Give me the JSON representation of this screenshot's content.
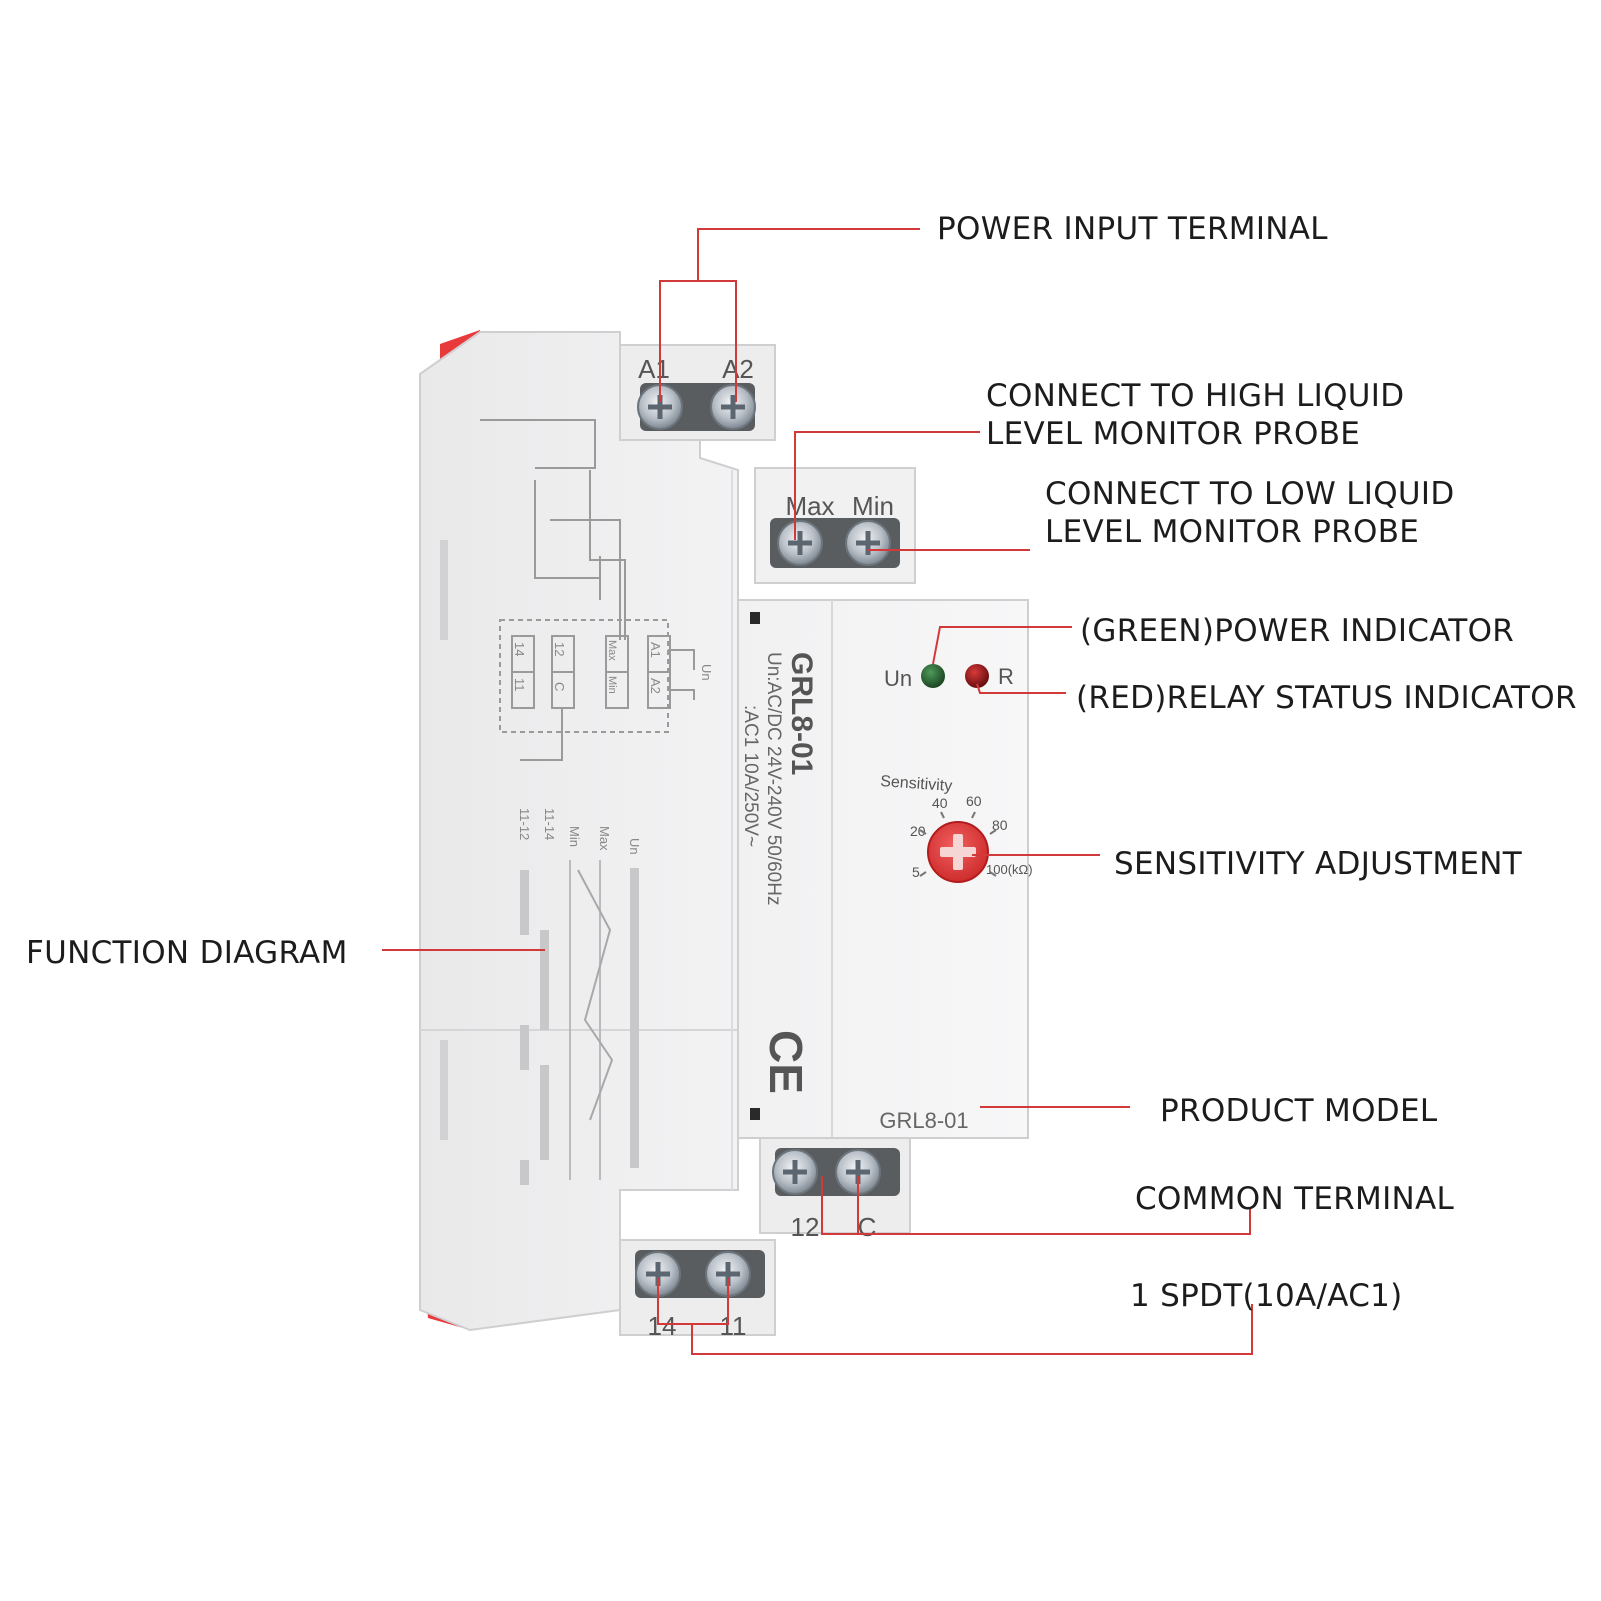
{
  "callouts": {
    "power_input": "POWER INPUT TERMINAL",
    "high_probe_line1": "CONNECT TO HIGH LIQUID",
    "high_probe_line2": "LEVEL MONITOR PROBE",
    "low_probe_line1": "CONNECT TO LOW LIQUID",
    "low_probe_line2": "LEVEL MONITOR PROBE",
    "power_indicator": "(GREEN)POWER INDICATOR",
    "relay_indicator": "(RED)RELAY STATUS INDICATOR",
    "sensitivity": "SENSITIVITY ADJUSTMENT",
    "function_diagram": "FUNCTION DIAGRAM",
    "product_model": "PRODUCT MODEL",
    "common_terminal": "COMMON TERMINAL",
    "spdt": "1 SPDT(10A/AC1)"
  },
  "device": {
    "model": "GRL8-01",
    "spec_line1": "Un:AC/DC 24V-240V 50/60Hz",
    "spec_line2": ":AC1 10A/250V~",
    "model_label": "GRL8-01",
    "ce_mark": "CE",
    "terminals": {
      "a1": "A1",
      "a2": "A2",
      "max": "Max",
      "min": "Min",
      "t12": "12",
      "tc": "C",
      "t14": "14",
      "t11": "11"
    },
    "indicators": {
      "un": "Un",
      "r": "R"
    },
    "sensitivity": {
      "title": "Sensitivity",
      "s5": "5",
      "s20": "20",
      "s40": "40",
      "s60": "60",
      "s80": "80",
      "s100": "100(kΩ)"
    },
    "schematic": {
      "a1": "A1",
      "a2": "A2",
      "max": "Max",
      "min": "Min",
      "t12": "12",
      "tc": "C",
      "t14": "14",
      "t11": "11",
      "un": "Un"
    },
    "timing": {
      "un": "Un",
      "max": "Max",
      "min": "Min",
      "t1114": "11-14",
      "t1112": "11-12"
    }
  },
  "colors": {
    "leader_line": "#d23a3a",
    "red_tab": "#e83a3a",
    "green_led": "#1f5a2a",
    "red_led": "#8a1010",
    "knob": "#e23636"
  }
}
